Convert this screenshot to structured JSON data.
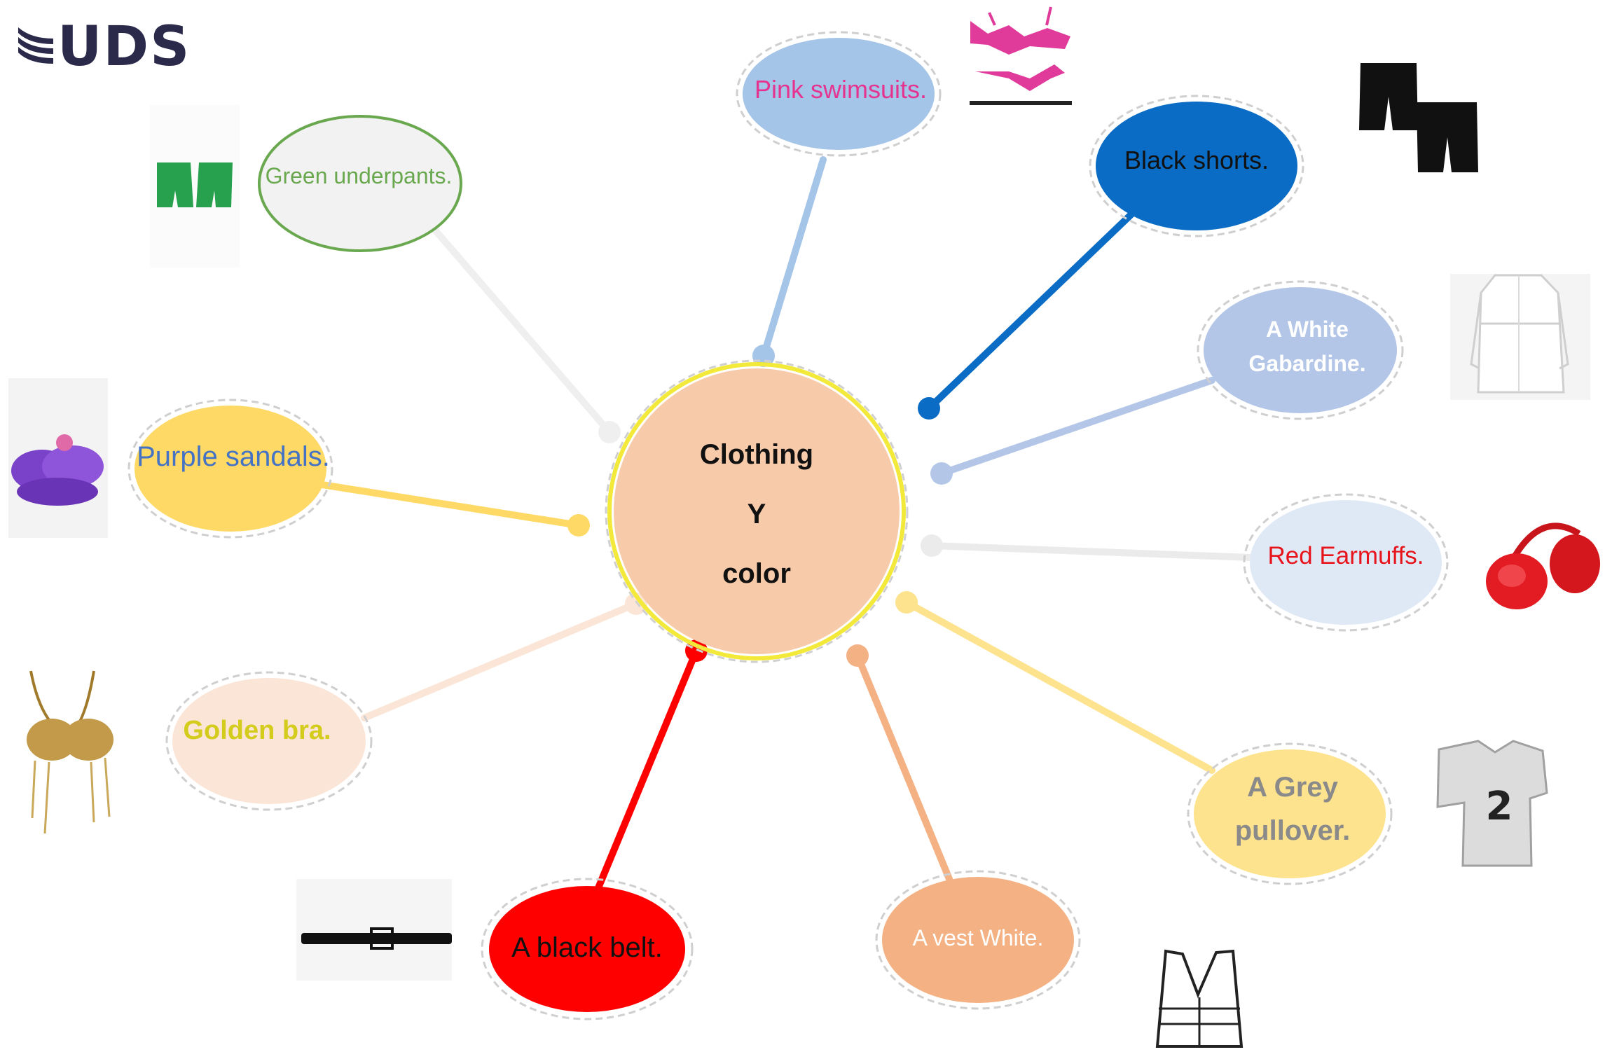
{
  "logo": {
    "text": "UDS",
    "color": "#2b2a4a"
  },
  "center": {
    "lines": [
      "Clothing",
      "Y",
      "color"
    ],
    "fill": "#f7caa9",
    "ring": "#f2e93a"
  },
  "nodes": [
    {
      "id": "pink-swimsuits",
      "label": [
        "Pink swimsuits."
      ],
      "text_color": "#e6338f",
      "fill": "#a4c4e8",
      "line_color": "#a4c4e8",
      "dot_color": "#a4c4e8",
      "icon": "bikini-icon"
    },
    {
      "id": "black-shorts",
      "label": [
        "Black shorts."
      ],
      "text_color": "#111111",
      "fill": "#0a6cc4",
      "line_color": "#0a6cc4",
      "dot_color": "#0a6cc4",
      "icon": "black-shorts-icon"
    },
    {
      "id": "white-gabardine",
      "label": [
        "A White",
        "Gabardine."
      ],
      "text_color": "#ffffff",
      "fill": "#b3c6e7",
      "line_color": "#b3c6e7",
      "dot_color": "#b3c6e7",
      "icon": "trench-coat-icon"
    },
    {
      "id": "red-earmuffs",
      "label": [
        "Red Earmuffs."
      ],
      "text_color": "#e8141b",
      "fill": "#dfe9f6",
      "line_color": "#ebebeb",
      "dot_color": "#ebebeb",
      "icon": "earmuffs-icon"
    },
    {
      "id": "grey-pullover",
      "label": [
        "A Grey",
        "pullover."
      ],
      "text_color": "#8a8a8a",
      "fill": "#fde38e",
      "line_color": "#fde38e",
      "dot_color": "#fde38e",
      "icon": "jersey-icon"
    },
    {
      "id": "vest-white",
      "label": [
        "A vest White."
      ],
      "text_color": "#ffffff",
      "fill": "#f4b183",
      "line_color": "#f4b183",
      "dot_color": "#f4b183",
      "icon": "vest-icon"
    },
    {
      "id": "black-belt",
      "label": [
        "A black belt."
      ],
      "text_color": "#111111",
      "fill": "#ff0000",
      "line_color": "#ff0000",
      "dot_color": "#ff0000",
      "icon": "belt-icon"
    },
    {
      "id": "golden-bra",
      "label": [
        "Golden bra."
      ],
      "text_color": "#d4cc1c",
      "fill": "#fbe5d6",
      "line_color": "#fbe5d6",
      "dot_color": "#fbe5d6",
      "icon": "golden-bra-icon"
    },
    {
      "id": "purple-sandals",
      "label": [
        "Purple sandals."
      ],
      "text_color": "#4472c4",
      "fill": "#ffd966",
      "line_color": "#ffd966",
      "dot_color": "#ffd966",
      "icon": "sandals-icon"
    },
    {
      "id": "green-underpants",
      "label": [
        "Green underpants."
      ],
      "text_color": "#6aa84f",
      "fill": "#f2f2f2",
      "line_color": "#efefef",
      "dot_color": "#efefef",
      "icon": "green-underpants-icon"
    }
  ]
}
